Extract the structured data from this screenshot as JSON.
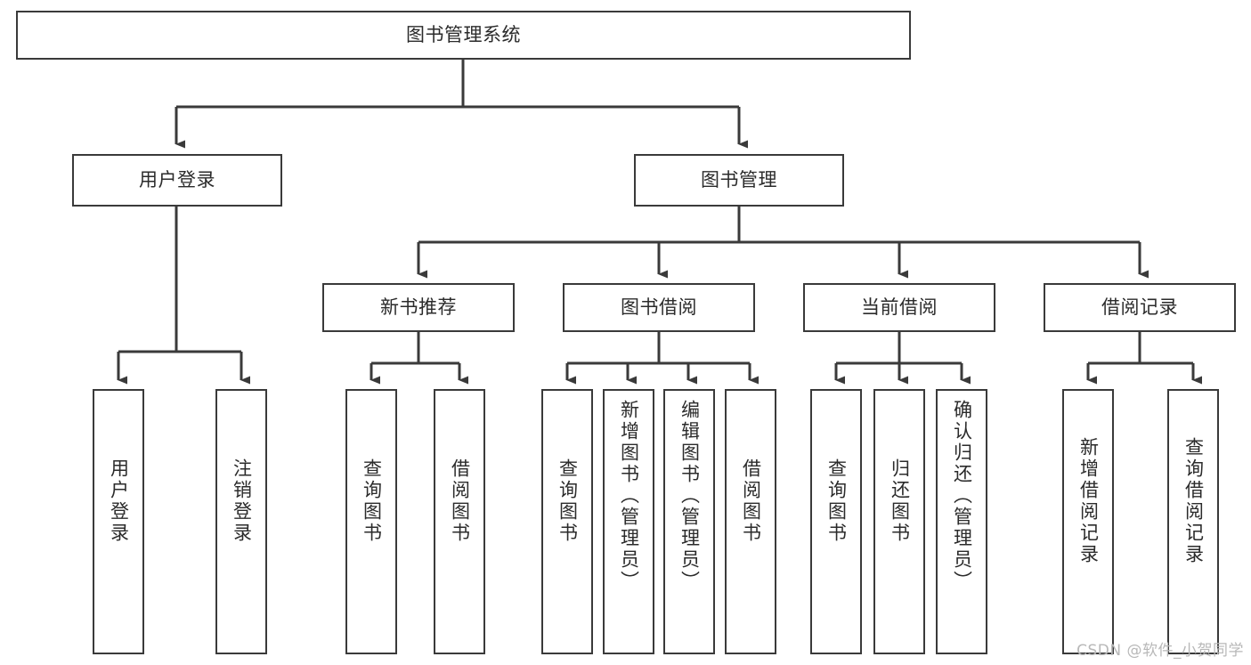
{
  "diagram": {
    "title": "图书管理系统",
    "type": "tree",
    "watermark": "CSDN @软件_小贺同学",
    "colors": {
      "box_border": "#3a3a3a",
      "box_fill": "#ffffff",
      "connector": "#3a3a3a",
      "text": "#2b2b2b",
      "watermark": "#b8b8b8",
      "background": "#ffffff"
    },
    "root": {
      "label": "图书管理系统"
    },
    "level2": [
      {
        "label": "用户登录"
      },
      {
        "label": "图书管理"
      }
    ],
    "level3": [
      {
        "label": "新书推荐"
      },
      {
        "label": "图书借阅"
      },
      {
        "label": "当前借阅"
      },
      {
        "label": "借阅记录"
      }
    ],
    "leaves": {
      "user_login": [
        {
          "label": "用户登录"
        },
        {
          "label": "注销登录"
        }
      ],
      "new_book_recommend": [
        {
          "label": "查询图书"
        },
        {
          "label": "借阅图书"
        }
      ],
      "book_borrow": [
        {
          "label": "查询图书"
        },
        {
          "label": "新增图书（管理员）"
        },
        {
          "label": "编辑图书（管理员）"
        },
        {
          "label": "借阅图书"
        }
      ],
      "current_borrow": [
        {
          "label": "查询图书"
        },
        {
          "label": "归还图书"
        },
        {
          "label": "确认归还（管理员）"
        }
      ],
      "borrow_record": [
        {
          "label": "新增借阅记录"
        },
        {
          "label": "查询借阅记录"
        }
      ]
    }
  }
}
